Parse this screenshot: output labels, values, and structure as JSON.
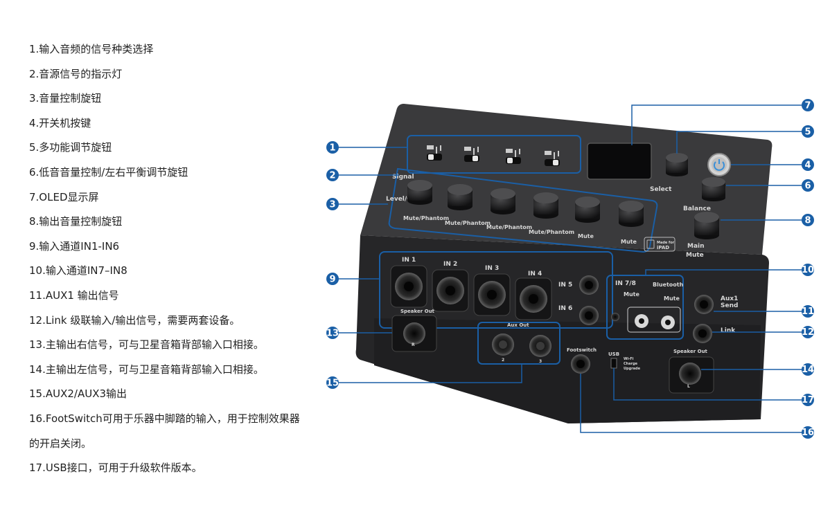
{
  "legend": [
    "1.输入音频的信号种类选择",
    "2.音源信号的指示灯",
    "3.音量控制旋钮",
    "4.开关机按键",
    "5.多功能调节旋钮",
    "6.低音音量控制/左右平衡调节旋钮",
    "7.OLED显示屏",
    "8.输出音量控制旋钮",
    "9.输入通道IN1-IN6",
    "10.输入通道IN7–IN8",
    "11.AUX1 输出信号",
    "12.Link 级联输入/输出信号，需要两套设备。",
    "13.主输出右信号，可与卫星音箱背部输入口相接。",
    "14.主输出左信号，可与卫星音箱背部输入口相接。",
    "15.AUX2/AUX3输出",
    "16.FootSwitch可用于乐器中脚踏的输入，用于控制效果器",
    "的开启关闭。",
    "17.USB接口，可用于升级软件版本。"
  ],
  "callouts": [
    "1",
    "2",
    "3",
    "4",
    "5",
    "6",
    "7",
    "8",
    "9",
    "10",
    "11",
    "12",
    "13",
    "14",
    "15",
    "16",
    "17"
  ],
  "device": {
    "signal": "Signal",
    "level_gain": "Level/Gain",
    "mute_phantom": "Mute/Phantom",
    "mute": "Mute",
    "select": "Select",
    "balance": "Balance",
    "main": "Main",
    "made_for": "Made for",
    "ipad": "iPAD",
    "in1": "IN 1",
    "in2": "IN 2",
    "in3": "IN 3",
    "in4": "IN 4",
    "in5": "IN 5",
    "in6": "IN 6",
    "in78": "IN 7/8",
    "bluetooth": "Bluetooth",
    "aux1": "Aux1",
    "send": "Send",
    "link": "Link",
    "speaker_out": "Speaker Out",
    "aux_out": "Aux Out",
    "footswitch": "Footswitch",
    "usb": "USB",
    "usb_note_1": "Wi-Fi",
    "usb_note_2": "Charge",
    "usb_note_3": "Upgrade",
    "r": "R",
    "l": "L",
    "two": "2",
    "three": "3"
  },
  "colors": {
    "callout": "#1a5fa6",
    "body": "#2b2b2d",
    "top": "#3a3a3c"
  }
}
